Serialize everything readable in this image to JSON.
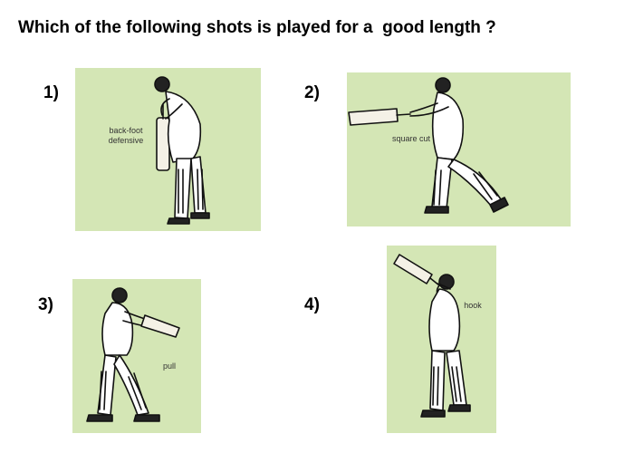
{
  "question": "Which of the following shots is played for a  good length ?",
  "panel_color": "#d4e6b5",
  "options": [
    {
      "number": "1)",
      "label": "back-foot\ndefensive"
    },
    {
      "number": "2)",
      "label": "square cut"
    },
    {
      "number": "3)",
      "label": "pull"
    },
    {
      "number": "4)",
      "label": "hook"
    }
  ]
}
